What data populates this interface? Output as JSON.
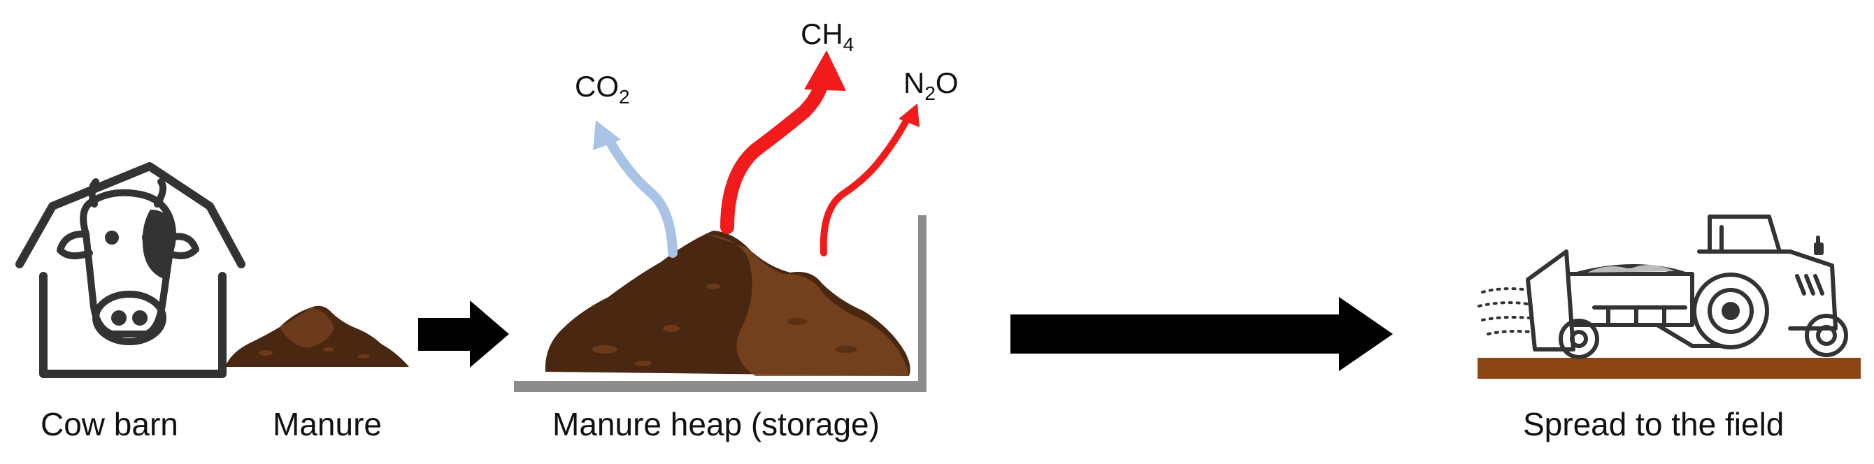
{
  "labels": {
    "cow_barn": "Cow barn",
    "manure": "Manure",
    "manure_heap": "Manure heap (storage)",
    "spread": "Spread to the field"
  },
  "gases": {
    "co2": {
      "base": "CO",
      "sub": "2",
      "suffix": "",
      "color": "#a9c3e6"
    },
    "ch4": {
      "base": "CH",
      "sub": "4",
      "suffix": "",
      "color": "#f21b1b"
    },
    "n2o": {
      "base": "N",
      "sub": "2",
      "suffix": "O",
      "color": "#f21b1b"
    }
  },
  "colors": {
    "manure_dark": "#4a2710",
    "manure_light": "#7a4521",
    "soil": "#8b4513",
    "outline": "#333333",
    "arrow": "#000000",
    "wall": "#8c8c8c"
  }
}
